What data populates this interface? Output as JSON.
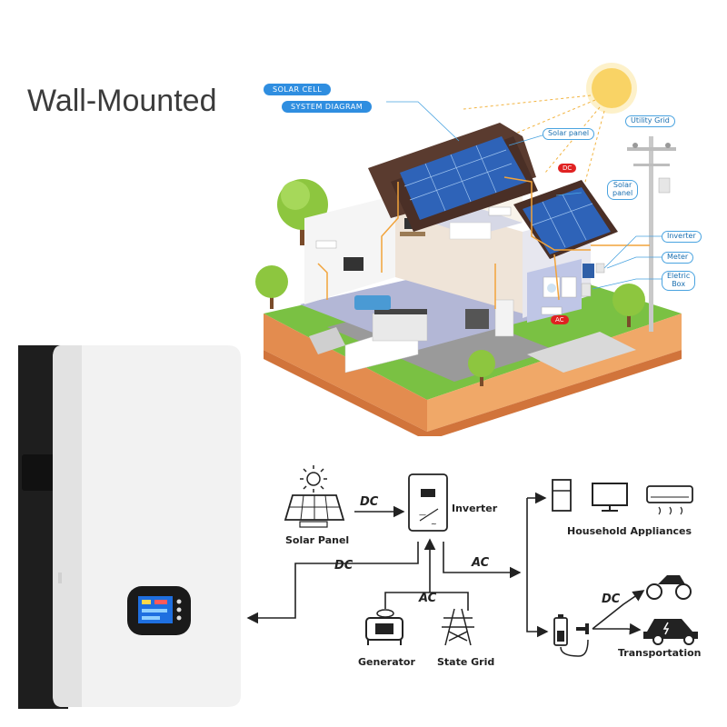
{
  "heading": "Wall-Mounted",
  "house_diagram": {
    "title_line1": "SOLAR CELL",
    "title_line2": "SYSTEM DIAGRAM",
    "callouts": {
      "utility_grid": "Utility Grid",
      "solar_panel_1": "Solar panel",
      "dc": "DC",
      "solar_panel_2a": "Solar",
      "solar_panel_2b": "panel",
      "inverter": "Inverter",
      "meter": "Meter",
      "electric_box_a": "Eletric",
      "electric_box_b": "Box",
      "ac": "AC"
    }
  },
  "flow_diagram": {
    "solar_panel": "Solar Panel",
    "inverter": "Inverter",
    "household": "Household Appliances",
    "generator": "Generator",
    "state_grid": "State Grid",
    "transportation": "Transportation",
    "dc_1": "DC",
    "dc_2": "DC",
    "ac_1": "AC",
    "ac_2": "AC",
    "dc_3": "DC"
  },
  "colors": {
    "callout_blue": "#2f8ee0",
    "callout_red": "#e02222",
    "battery_body": "#f2f2f2",
    "battery_side": "#1b1b1b",
    "lcd_blue": "#1e6fe0"
  }
}
